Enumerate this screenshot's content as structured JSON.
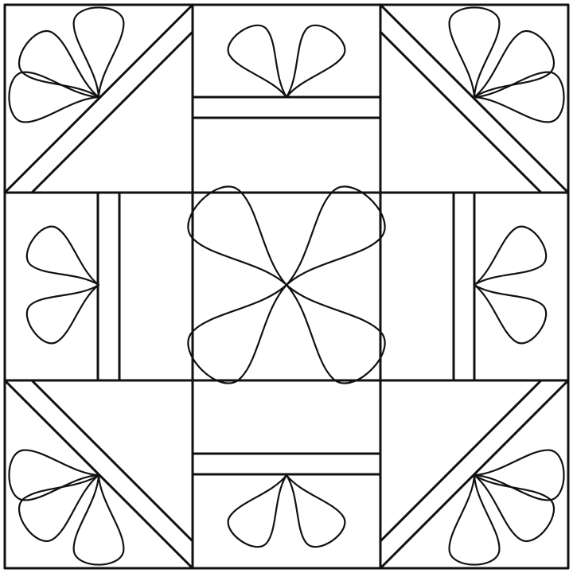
{
  "colors": {
    "background": "#ffffff",
    "line": "#111111"
  },
  "block": {
    "grid": "3x3",
    "cells": [
      {
        "id": "top-left",
        "type": "half-square-triangle-with-sash",
        "motif": "three-petal-flower"
      },
      {
        "id": "top-center",
        "type": "rectangle-with-sash",
        "motif": "two-petal-flower"
      },
      {
        "id": "top-right",
        "type": "half-square-triangle-with-sash",
        "motif": "three-petal-flower"
      },
      {
        "id": "middle-left",
        "type": "rectangle-with-sash",
        "motif": "two-petal-flower"
      },
      {
        "id": "center",
        "type": "plain-square",
        "motif": "four-petal-flower"
      },
      {
        "id": "middle-right",
        "type": "rectangle-with-sash",
        "motif": "two-petal-flower"
      },
      {
        "id": "bottom-left",
        "type": "half-square-triangle-with-sash",
        "motif": "three-petal-flower"
      },
      {
        "id": "bottom-center",
        "type": "rectangle-with-sash",
        "motif": "two-petal-flower"
      },
      {
        "id": "bottom-right",
        "type": "half-square-triangle-with-sash",
        "motif": "three-petal-flower"
      }
    ]
  }
}
